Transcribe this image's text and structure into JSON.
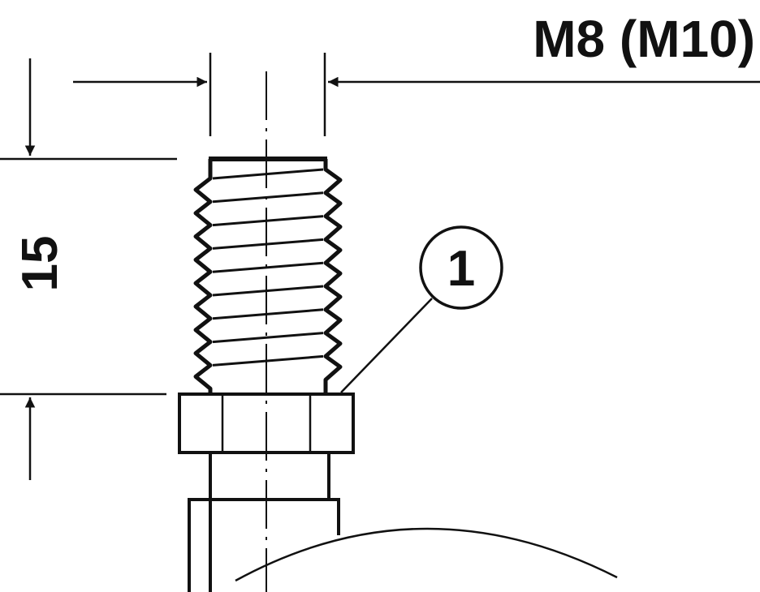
{
  "labels": {
    "thread_size": "M8 (M10)",
    "thread_length": "15",
    "callout_number": "1"
  },
  "colors": {
    "line": "#111111",
    "background": "#ffffff"
  }
}
